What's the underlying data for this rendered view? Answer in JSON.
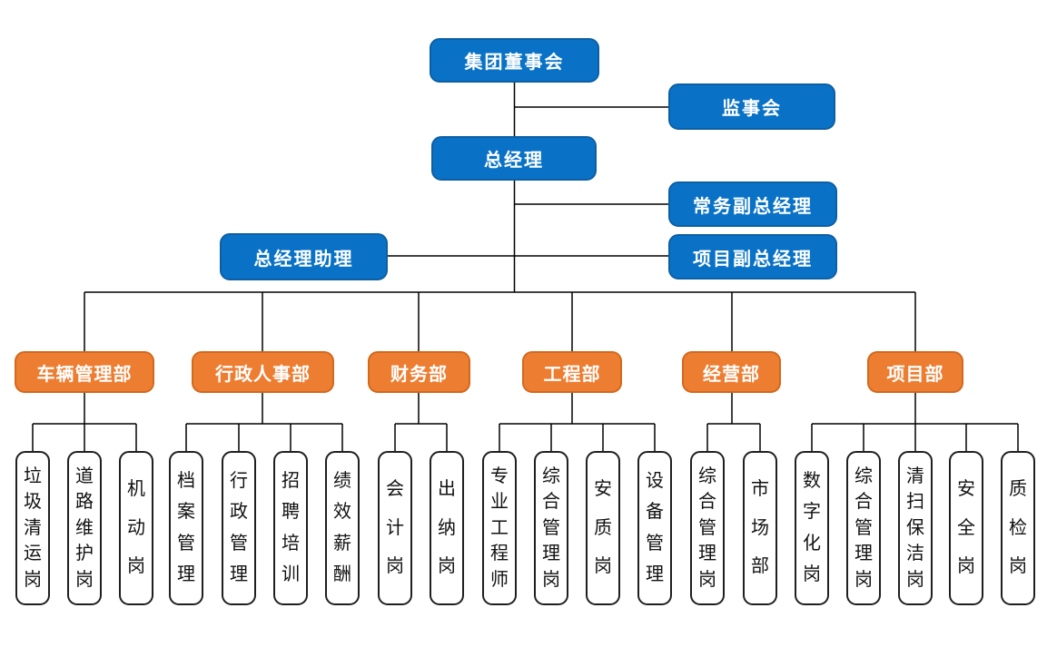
{
  "org": {
    "executives": {
      "board": "集团董事会",
      "supervisory_board": "监事会",
      "general_manager": "总经理",
      "executive_deputy_gm": "常务副总经理",
      "gm_assistant": "总经理助理",
      "project_deputy_gm": "项目副总经理"
    },
    "departments": [
      {
        "label": "车辆管理部",
        "positions": [
          "垃圾清运岗",
          "道路维护岗",
          "机动岗"
        ]
      },
      {
        "label": "行政人事部",
        "positions": [
          "档案管理",
          "行政管理",
          "招聘培训",
          "绩效薪酬"
        ]
      },
      {
        "label": "财务部",
        "positions": [
          "会计岗",
          "出纳岗"
        ]
      },
      {
        "label": "工程部",
        "positions": [
          "专业工程师",
          "综合管理岗",
          "安质岗",
          "设备管理"
        ]
      },
      {
        "label": "经营部",
        "positions": [
          "综合管理岗",
          "市场部"
        ]
      },
      {
        "label": "项目部",
        "positions": [
          "数字化岗",
          "综合管理岗",
          "清扫保洁岗",
          "安全岗",
          "质检岗"
        ]
      }
    ],
    "colors": {
      "executive_box": "#0a72c6",
      "department_box": "#ed7d31",
      "position_box_background": "#ffffff",
      "position_box_border": "#1f1f1f",
      "connector": "#000000",
      "box_text": "#ffffff"
    }
  }
}
